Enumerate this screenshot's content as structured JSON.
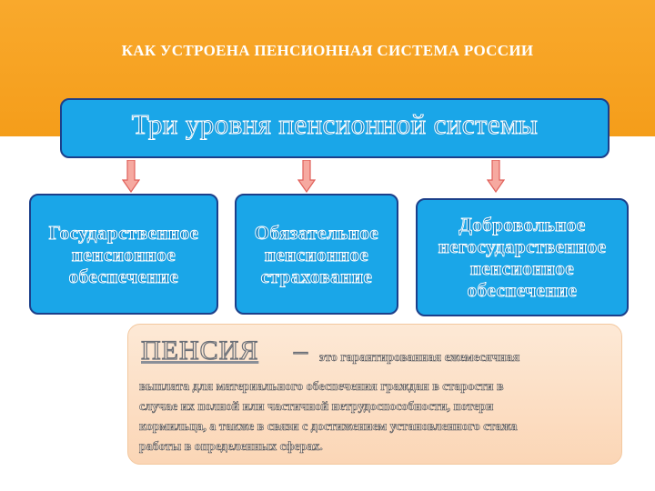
{
  "slide": {
    "title": "КАК УСТРОЕНА ПЕНСИОННАЯ СИСТЕМА РОССИИ",
    "header_color": "#f7a21d"
  },
  "levels": {
    "title": "Три уровня пенсионной системы",
    "box_color": "#1aa6e8",
    "items": [
      {
        "label": "Государственное\nпенсионное\nобеспечение"
      },
      {
        "label": "Обязательное\nпенсионное\nстрахование"
      },
      {
        "label": "Добровольное\nнегосударственное\nпенсионное\nобеспечение"
      }
    ]
  },
  "definition": {
    "term": "ПЕНСИЯ",
    "dash": "–",
    "lead": "это гарантированная ежемесячная",
    "body": "выплата для материального обеспечения граждан в старости в\nслучае их полной или частичной нетрудоспособности, потери\nкормильца, а также в связи с достижением установленного стажа\nработы в определенных сферах.",
    "box_color": "#fde9d6"
  },
  "icons": {
    "arrows": [
      "arrow-down-icon",
      "arrow-down-icon",
      "arrow-down-icon"
    ]
  }
}
